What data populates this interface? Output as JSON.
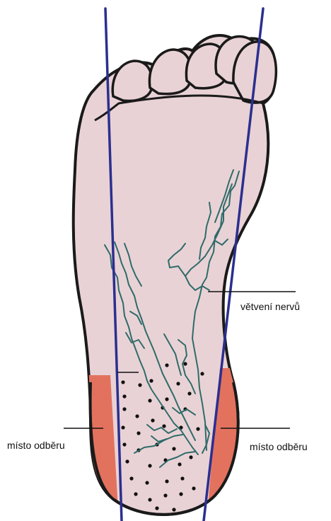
{
  "labels": {
    "nerve_branching": "větvení nervů",
    "sampling_site_left": "místo odběru",
    "sampling_site_right": "místo odběru"
  },
  "colors": {
    "skin": "#e9d2d5",
    "outline": "#1a1a1a",
    "sample_region": "#e2725e",
    "nerve": "#2f6b6a",
    "cut_line": "#2b2f8f",
    "dot": "#111111"
  }
}
